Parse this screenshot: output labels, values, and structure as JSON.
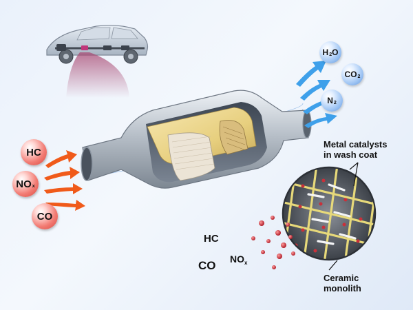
{
  "inputs": {
    "hc": "HC",
    "nox": {
      "main": "NO",
      "sub": "x"
    },
    "co": "CO"
  },
  "outputs": {
    "h2o": {
      "pre": "H",
      "sub": "2",
      "post": "O"
    },
    "co2": {
      "main": "CO",
      "sub": "2"
    },
    "n2": {
      "main": "N",
      "sub": "2"
    }
  },
  "labels": {
    "metal_catalysts_line1": "Metal catalysts",
    "metal_catalysts_line2": "in wash coat",
    "ceramic_line1": "Ceramic",
    "ceramic_line2": "monolith"
  },
  "bottom_gases": {
    "hc": "HC",
    "co": "CO",
    "nox": {
      "main": "NO",
      "sub": "x"
    }
  },
  "colors": {
    "red_arrow": "#f05a1a",
    "blue_arrow": "#3ea0ea",
    "catalyst_yellow": "#e7cf7e",
    "molecule_red": "#c9303a"
  }
}
